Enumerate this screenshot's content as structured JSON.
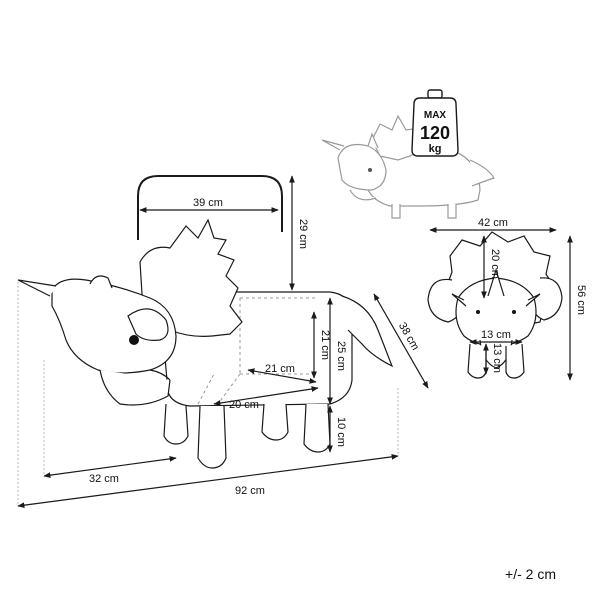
{
  "weight": {
    "max": "MAX",
    "value": "120",
    "unit": "kg"
  },
  "dimensions": {
    "handle_width": "39 cm",
    "handle_height": "29 cm",
    "inner_height": "21 cm",
    "body_height": "25 cm",
    "storage_depth": "21 cm",
    "storage_width": "20 cm",
    "leg_height": "10 cm",
    "head_length": "32 cm",
    "total_length": "92 cm",
    "body_depth": "38 cm",
    "front_width": "42 cm",
    "total_height": "56 cm",
    "horn_height": "20 cm",
    "face_width": "13 cm",
    "snout_height": "13 cm"
  },
  "tolerance": "+/- 2 cm",
  "colors": {
    "line": "#1a1a1a",
    "ghost": "#9a9a9a",
    "fill": "#ffffff"
  }
}
